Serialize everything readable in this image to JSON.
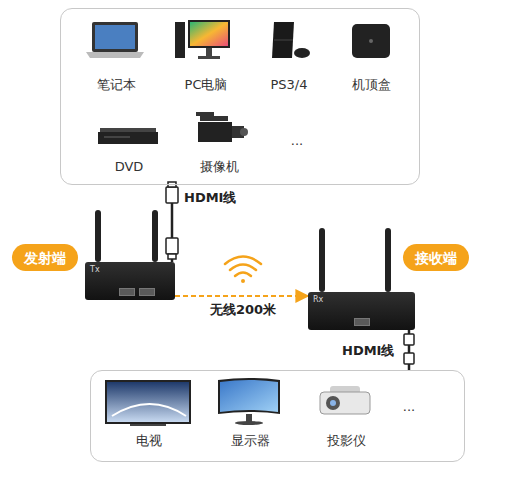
{
  "diagram": {
    "nodes": [
      {
        "text": [
          "笔记本",
          "PC电脑",
          "PS3/4",
          "机顶盒",
          "DVD",
          "摄像机",
          "..."
        ]
      },
      {
        "text": [
          "发射端"
        ]
      },
      {
        "text": [
          "Tx"
        ]
      },
      {
        "text": [
          "Rx"
        ]
      },
      {
        "text": [
          "接收端"
        ]
      },
      {
        "text": [
          "电视",
          "显示器",
          "投影仪",
          "..."
        ]
      }
    ],
    "edges": [
      {
        "from": 0,
        "to": 2,
        "arrow": "none",
        "label": "HDMI线"
      },
      {
        "from": 2,
        "to": 3,
        "arrow": "to",
        "label": "无线200米"
      },
      {
        "from": 3,
        "to": 5,
        "arrow": "none",
        "label": "HDMI线"
      }
    ]
  }
}
